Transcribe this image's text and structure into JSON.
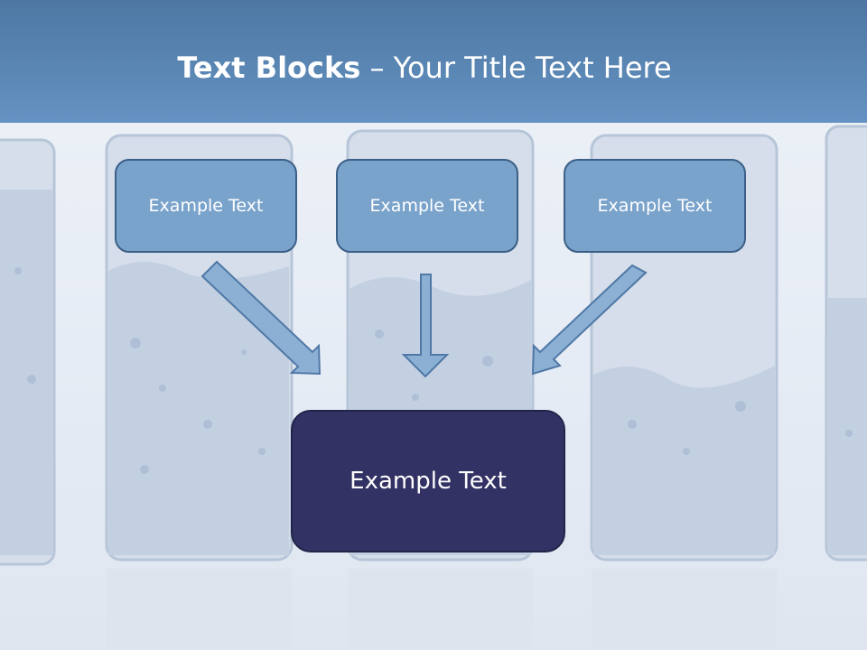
{
  "slide": {
    "title_bold": "Text Blocks",
    "title_dash": " – ",
    "title_rest": "Your Title Text Here",
    "box_left": "Example Text",
    "box_center": "Example Text",
    "box_right": "Example Text",
    "box_main": "Example Text"
  },
  "colors": {
    "header": "#5b87b7",
    "small_box_fill": "#7aa3cb",
    "small_box_border": "#3b5f86",
    "main_box_fill": "#333264",
    "arrow_fill": "#8cb0d4"
  }
}
